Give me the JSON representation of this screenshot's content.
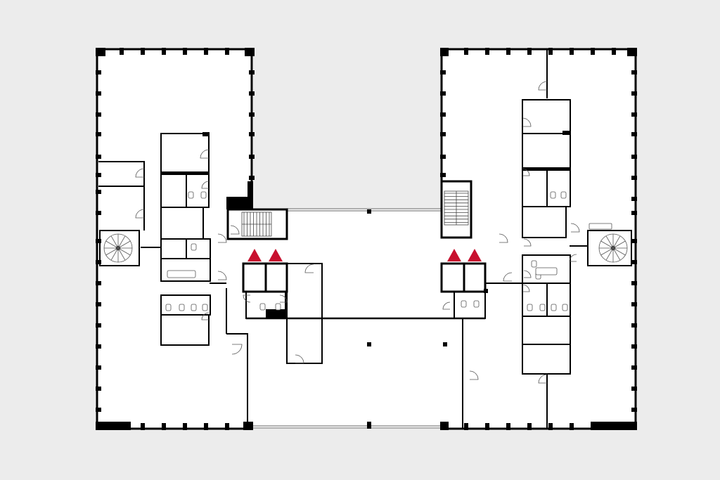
{
  "canvas": {
    "background": "#ececec"
  },
  "plan": {
    "wall_color": "#000000",
    "floor_color": "#ffffff",
    "marker_color": "#c8102e",
    "marker_count": 4,
    "stair_count": 2,
    "spiral_stair_count": 2
  }
}
